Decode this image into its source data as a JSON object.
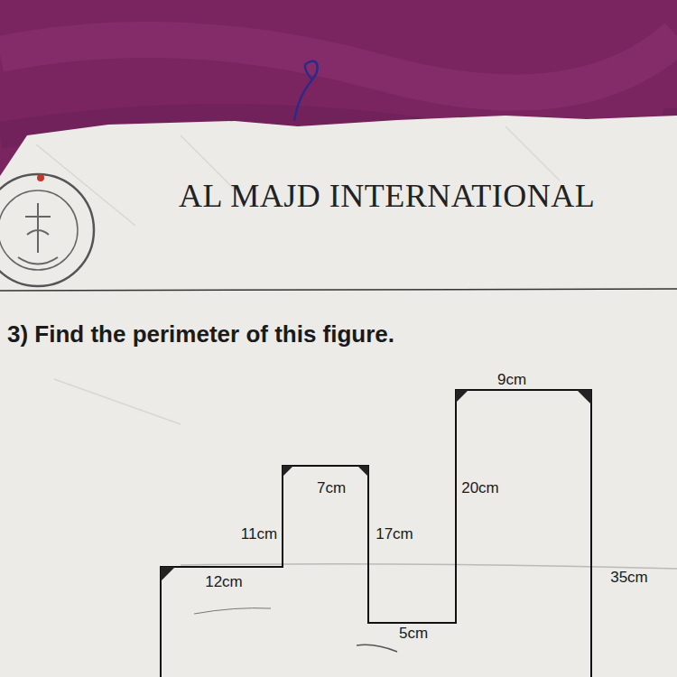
{
  "diagram": {
    "title": "3) Find the perimeter of this figure.",
    "labels": [
      "AL MAJD INTERNATIONAL",
      "9cm",
      "7cm",
      "20cm",
      "11cm",
      "17cm",
      "12cm",
      "35cm",
      "5cm"
    ]
  }
}
